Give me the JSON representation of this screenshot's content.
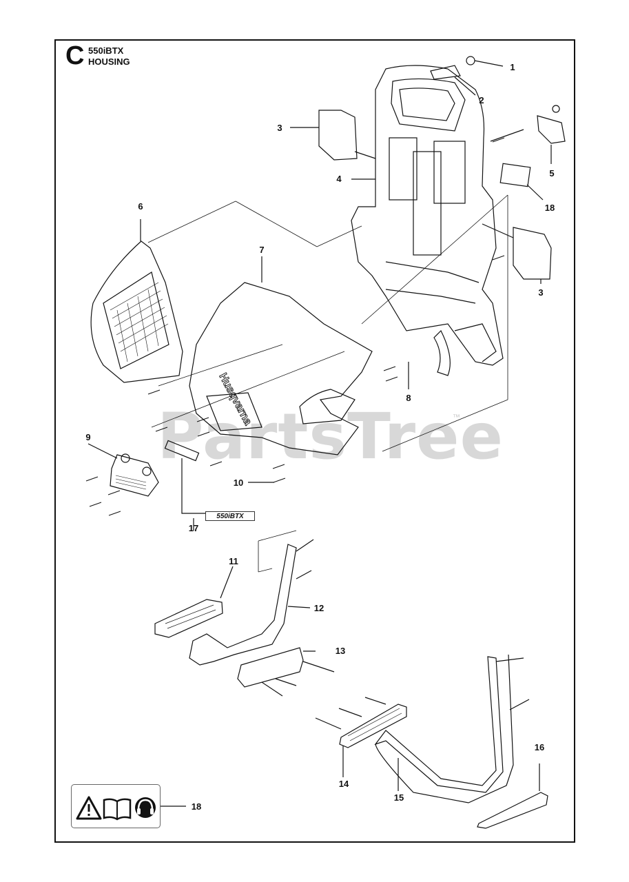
{
  "header": {
    "section_letter": "C",
    "model": "550iBTX",
    "title": "HOUSING"
  },
  "decal": {
    "text": "550iBTX"
  },
  "brand_on_cover": "Husqvarna",
  "watermark": {
    "text": "PartsTree",
    "tm": "™"
  },
  "callouts": [
    "1",
    "2",
    "3",
    "4",
    "5",
    "18",
    "6",
    "7",
    "3",
    "8",
    "9",
    "10",
    "17",
    "11",
    "12",
    "13",
    "14",
    "15",
    "16",
    "18"
  ],
  "safety_badge": {
    "icons": [
      "warning-triangle-icon",
      "manual-book-icon",
      "ear-protection-icon"
    ]
  },
  "colors": {
    "line": "#111111",
    "watermark": "#d8d8d8"
  }
}
